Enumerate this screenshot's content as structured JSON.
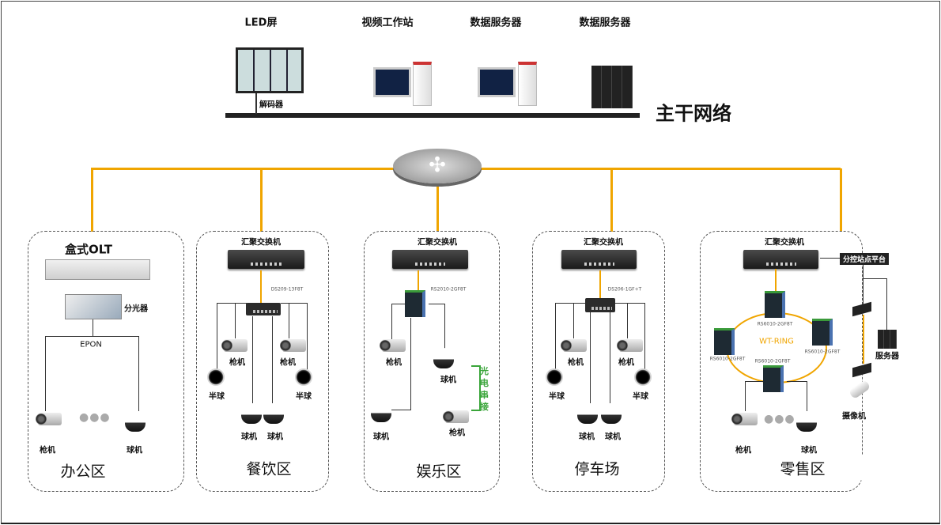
{
  "top": {
    "led_label": "LED屏",
    "decoder_label": "解码器",
    "workstation_label": "视频工作站",
    "data_server_1": "数据服务器",
    "data_server_2": "数据服务器",
    "backbone_label": "主干网络"
  },
  "colors": {
    "link": "#f0a500",
    "fiber_serial": "#3aa53a",
    "backbone": "#222222"
  },
  "zones": [
    {
      "name": "办公区",
      "header": "盒式OLT",
      "splitter": "分光器",
      "link": "EPON",
      "cams": [
        "枪机",
        "球机"
      ]
    },
    {
      "name": "餐饮区",
      "header": "汇聚交换机",
      "model": "DS209-13F8T",
      "cams": [
        "枪机",
        "半球",
        "枪机",
        "半球",
        "球机",
        "球机"
      ]
    },
    {
      "name": "娱乐区",
      "header": "汇聚交换机",
      "model": "RS2010-2GF8T",
      "cams": [
        "枪机",
        "球机",
        "球机",
        "枪机"
      ],
      "serial": "光电串接"
    },
    {
      "name": "停车场",
      "header": "汇聚交换机",
      "model": "DS206-1GF+T",
      "cams": [
        "枪机",
        "半球",
        "枪机",
        "半球",
        "球机",
        "球机"
      ]
    },
    {
      "name": "零售区",
      "header": "汇聚交换机",
      "platform": "分控站点平台",
      "ring": "WT-RING",
      "ring_models": [
        "RS6010-2GF8T",
        "RS6010-2GF8T",
        "RS6010-2GF8T",
        "RS6010-2GF8T"
      ],
      "cams": [
        "枪机",
        "球机"
      ],
      "server": "服务器",
      "camera": "摄像机"
    }
  ]
}
